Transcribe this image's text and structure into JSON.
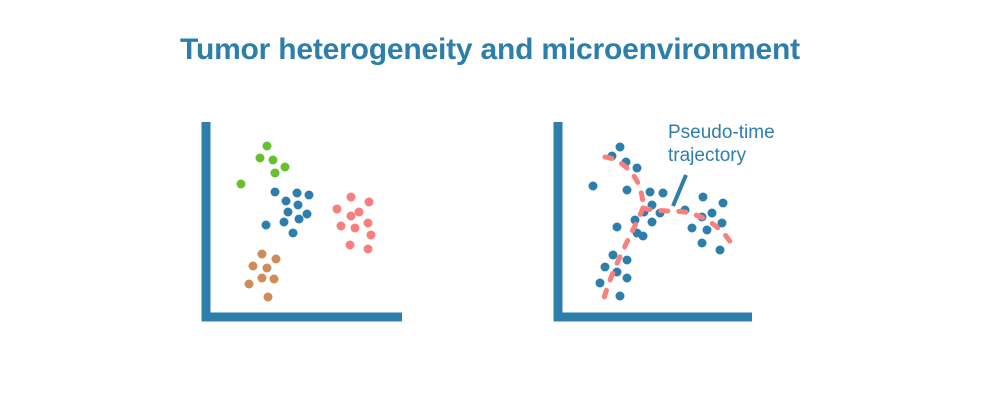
{
  "title": "Tumor heterogeneity and microenvironment",
  "colors": {
    "accent_blue": "#2e7eac",
    "cluster_green": "#68bf2f",
    "cluster_blue": "#2e7eac",
    "cluster_pink": "#f97f7f",
    "cluster_brown": "#cf8b58",
    "trajectory_pink": "#f97f7f",
    "background": "#ffffff"
  },
  "chart_data": [
    {
      "type": "scatter",
      "name": "left-panel",
      "title": "",
      "xlabel": "",
      "ylabel": "",
      "axes": "bare L-shaped axes, no ticks, no labels",
      "dot_radius": 4.5,
      "series": [
        {
          "name": "green-cluster",
          "color": "#68bf2f",
          "points": [
            [
              267,
              146
            ],
            [
              260,
              158
            ],
            [
              273,
              160
            ],
            [
              285,
              167
            ],
            [
              275,
              173
            ],
            [
              241,
              184
            ]
          ]
        },
        {
          "name": "blue-cluster",
          "color": "#2e7eac",
          "points": [
            [
              275,
              192
            ],
            [
              297,
              193
            ],
            [
              309,
              195
            ],
            [
              286,
              201
            ],
            [
              298,
              205
            ],
            [
              288,
              212
            ],
            [
              307,
              214
            ],
            [
              299,
              219
            ],
            [
              284,
              222
            ],
            [
              266,
              225
            ],
            [
              293,
              233
            ]
          ]
        },
        {
          "name": "pink-cluster",
          "color": "#f97f7f",
          "points": [
            [
              351,
              197
            ],
            [
              369,
              202
            ],
            [
              337,
              209
            ],
            [
              359,
              212
            ],
            [
              351,
              216
            ],
            [
              368,
              223
            ],
            [
              341,
              226
            ],
            [
              355,
              228
            ],
            [
              371,
              235
            ],
            [
              350,
              245
            ],
            [
              368,
              249
            ]
          ]
        },
        {
          "name": "brown-cluster",
          "color": "#cf8b58",
          "points": [
            [
              262,
              254
            ],
            [
              276,
              259
            ],
            [
              253,
              266
            ],
            [
              267,
              268
            ],
            [
              262,
              278
            ],
            [
              274,
              279
            ],
            [
              249,
              284
            ],
            [
              268,
              297
            ]
          ]
        }
      ]
    },
    {
      "type": "scatter",
      "name": "right-panel",
      "title": "",
      "xlabel": "",
      "ylabel": "",
      "axes": "bare L-shaped axes, no ticks, no labels",
      "dot_radius": 4.5,
      "series": [
        {
          "name": "cells",
          "color": "#2e7eac",
          "points": [
            [
              620,
              147
            ],
            [
              612,
              156
            ],
            [
              626,
              162
            ],
            [
              637,
              168
            ],
            [
              593,
              186
            ],
            [
              627,
              190
            ],
            [
              650,
              192
            ],
            [
              663,
              193
            ],
            [
              652,
              205
            ],
            [
              644,
              212
            ],
            [
              660,
              213
            ],
            [
              635,
              220
            ],
            [
              652,
              222
            ],
            [
              617,
              227
            ],
            [
              637,
              233
            ],
            [
              643,
              236
            ],
            [
              703,
              197
            ],
            [
              723,
              203
            ],
            [
              685,
              210
            ],
            [
              712,
              213
            ],
            [
              702,
              217
            ],
            [
              722,
              223
            ],
            [
              692,
              228
            ],
            [
              707,
              230
            ],
            [
              702,
              243
            ],
            [
              720,
              250
            ],
            [
              613,
              255
            ],
            [
              627,
              260
            ],
            [
              605,
              267
            ],
            [
              617,
              272
            ],
            [
              627,
              278
            ],
            [
              600,
              283
            ],
            [
              620,
              296
            ]
          ]
        }
      ],
      "trajectory": {
        "color": "#f97f7f",
        "style": "dashed",
        "stroke_width": 5,
        "paths": [
          "M605,157 C618,158 632,170 638,183 C642,193 643,200 643,208",
          "M643,208 C633,232 614,264 604,298",
          "M643,208 C662,213 678,209 693,214 C709,219 723,230 731,243"
        ]
      },
      "annotation": {
        "text": "Pseudo-time trajectory",
        "color": "#2e7eac",
        "pointer": {
          "x1": 686,
          "y1": 175,
          "x2": 673,
          "y2": 206
        }
      }
    }
  ]
}
